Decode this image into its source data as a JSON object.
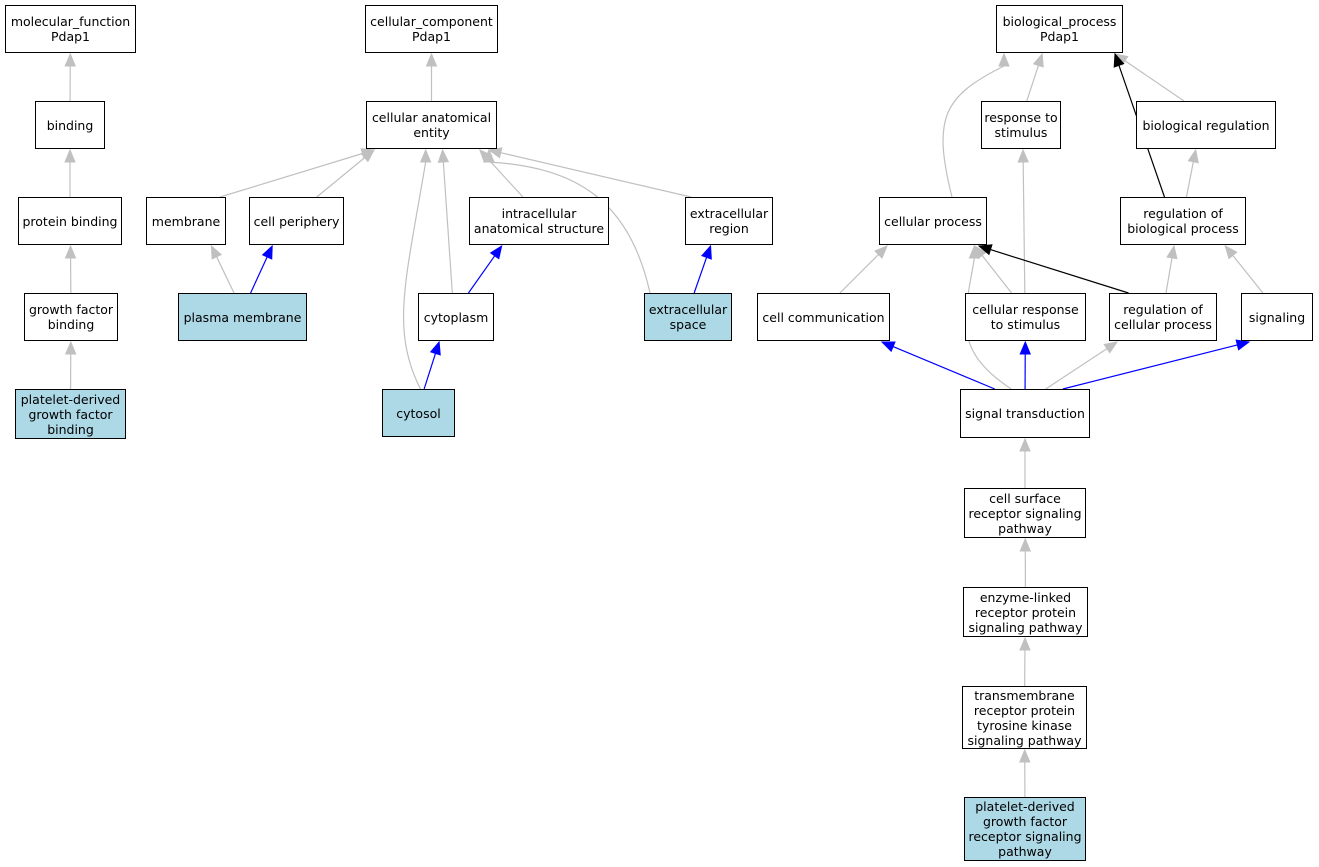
{
  "colors": {
    "highlight_fill": "#add8e6",
    "default_fill": "#ffffff",
    "edge_gray": "#c0c0c0",
    "edge_blue": "#0000ff",
    "edge_black": "#000000"
  },
  "nodes": {
    "mf_root": {
      "label": "molecular_function\nPdap1",
      "highlight": false
    },
    "binding": {
      "label": "binding",
      "highlight": false
    },
    "protein_binding": {
      "label": "protein binding",
      "highlight": false
    },
    "growth_factor_binding": {
      "label": "growth factor\nbinding",
      "highlight": false
    },
    "pdgf_binding": {
      "label": "platelet-derived\ngrowth factor\nbinding",
      "highlight": true
    },
    "cc_root": {
      "label": "cellular_component\nPdap1",
      "highlight": false
    },
    "cellular_anatomical_entity": {
      "label": "cellular anatomical\nentity",
      "highlight": false
    },
    "membrane": {
      "label": "membrane",
      "highlight": false
    },
    "cell_periphery": {
      "label": "cell periphery",
      "highlight": false
    },
    "intracellular_anatomical_structure": {
      "label": "intracellular\nanatomical structure",
      "highlight": false
    },
    "extracellular_region": {
      "label": "extracellular\nregion",
      "highlight": false
    },
    "plasma_membrane": {
      "label": "plasma membrane",
      "highlight": true
    },
    "cytoplasm": {
      "label": "cytoplasm",
      "highlight": false
    },
    "extracellular_space": {
      "label": "extracellular\nspace",
      "highlight": true
    },
    "cytosol": {
      "label": "cytosol",
      "highlight": true
    },
    "bp_root": {
      "label": "biological_process\nPdap1",
      "highlight": false
    },
    "response_to_stimulus": {
      "label": "response to\nstimulus",
      "highlight": false
    },
    "biological_regulation": {
      "label": "biological regulation",
      "highlight": false
    },
    "cellular_process": {
      "label": "cellular process",
      "highlight": false
    },
    "regulation_of_biological_process": {
      "label": "regulation of\nbiological process",
      "highlight": false
    },
    "cell_communication": {
      "label": "cell communication",
      "highlight": false
    },
    "cellular_response_to_stimulus": {
      "label": "cellular response\nto stimulus",
      "highlight": false
    },
    "regulation_of_cellular_process": {
      "label": "regulation of\ncellular process",
      "highlight": false
    },
    "signaling": {
      "label": "signaling",
      "highlight": false
    },
    "signal_transduction": {
      "label": "signal transduction",
      "highlight": false
    },
    "cell_surface_receptor_signaling": {
      "label": "cell surface\nreceptor signaling\npathway",
      "highlight": false
    },
    "enzyme_linked_receptor": {
      "label": "enzyme-linked\nreceptor protein\nsignaling pathway",
      "highlight": false
    },
    "transmembrane_rtk": {
      "label": "transmembrane\nreceptor protein\ntyrosine kinase\nsignaling pathway",
      "highlight": false
    },
    "pdgf_receptor_signaling": {
      "label": "platelet-derived\ngrowth factor\nreceptor signaling\npathway",
      "highlight": true
    }
  },
  "edges": [
    {
      "from": "binding",
      "to": "mf_root",
      "kind": "gray"
    },
    {
      "from": "protein_binding",
      "to": "binding",
      "kind": "gray"
    },
    {
      "from": "growth_factor_binding",
      "to": "protein_binding",
      "kind": "gray"
    },
    {
      "from": "pdgf_binding",
      "to": "growth_factor_binding",
      "kind": "gray"
    },
    {
      "from": "cellular_anatomical_entity",
      "to": "cc_root",
      "kind": "gray"
    },
    {
      "from": "membrane",
      "to": "cellular_anatomical_entity",
      "kind": "gray"
    },
    {
      "from": "cell_periphery",
      "to": "cellular_anatomical_entity",
      "kind": "gray"
    },
    {
      "from": "intracellular_anatomical_structure",
      "to": "cellular_anatomical_entity",
      "kind": "gray"
    },
    {
      "from": "extracellular_region",
      "to": "cellular_anatomical_entity",
      "kind": "gray"
    },
    {
      "from": "plasma_membrane",
      "to": "membrane",
      "kind": "gray"
    },
    {
      "from": "plasma_membrane",
      "to": "cell_periphery",
      "kind": "blue"
    },
    {
      "from": "cytoplasm",
      "to": "intracellular_anatomical_structure",
      "kind": "blue"
    },
    {
      "from": "cytoplasm",
      "to": "cellular_anatomical_entity",
      "kind": "gray"
    },
    {
      "from": "cytosol",
      "to": "cytoplasm",
      "kind": "blue"
    },
    {
      "from": "cytosol",
      "to": "cellular_anatomical_entity",
      "kind": "gray"
    },
    {
      "from": "extracellular_space",
      "to": "extracellular_region",
      "kind": "blue"
    },
    {
      "from": "extracellular_space",
      "to": "cellular_anatomical_entity",
      "kind": "gray"
    },
    {
      "from": "response_to_stimulus",
      "to": "bp_root",
      "kind": "gray"
    },
    {
      "from": "biological_regulation",
      "to": "bp_root",
      "kind": "gray"
    },
    {
      "from": "cellular_process",
      "to": "bp_root",
      "kind": "gray"
    },
    {
      "from": "regulation_of_biological_process",
      "to": "bp_root",
      "kind": "black"
    },
    {
      "from": "regulation_of_biological_process",
      "to": "biological_regulation",
      "kind": "gray"
    },
    {
      "from": "cell_communication",
      "to": "cellular_process",
      "kind": "gray"
    },
    {
      "from": "cellular_response_to_stimulus",
      "to": "cellular_process",
      "kind": "gray"
    },
    {
      "from": "cellular_response_to_stimulus",
      "to": "response_to_stimulus",
      "kind": "gray"
    },
    {
      "from": "regulation_of_cellular_process",
      "to": "cellular_process",
      "kind": "black"
    },
    {
      "from": "regulation_of_cellular_process",
      "to": "regulation_of_biological_process",
      "kind": "gray"
    },
    {
      "from": "signaling",
      "to": "regulation_of_biological_process",
      "kind": "gray"
    },
    {
      "from": "signal_transduction",
      "to": "cell_communication",
      "kind": "blue"
    },
    {
      "from": "signal_transduction",
      "to": "cellular_response_to_stimulus",
      "kind": "blue"
    },
    {
      "from": "signal_transduction",
      "to": "regulation_of_cellular_process",
      "kind": "gray"
    },
    {
      "from": "signal_transduction",
      "to": "signaling",
      "kind": "blue"
    },
    {
      "from": "signal_transduction",
      "to": "cellular_process",
      "kind": "gray"
    },
    {
      "from": "cell_surface_receptor_signaling",
      "to": "signal_transduction",
      "kind": "gray"
    },
    {
      "from": "enzyme_linked_receptor",
      "to": "cell_surface_receptor_signaling",
      "kind": "gray"
    },
    {
      "from": "transmembrane_rtk",
      "to": "enzyme_linked_receptor",
      "kind": "gray"
    },
    {
      "from": "pdgf_receptor_signaling",
      "to": "transmembrane_rtk",
      "kind": "gray"
    }
  ]
}
